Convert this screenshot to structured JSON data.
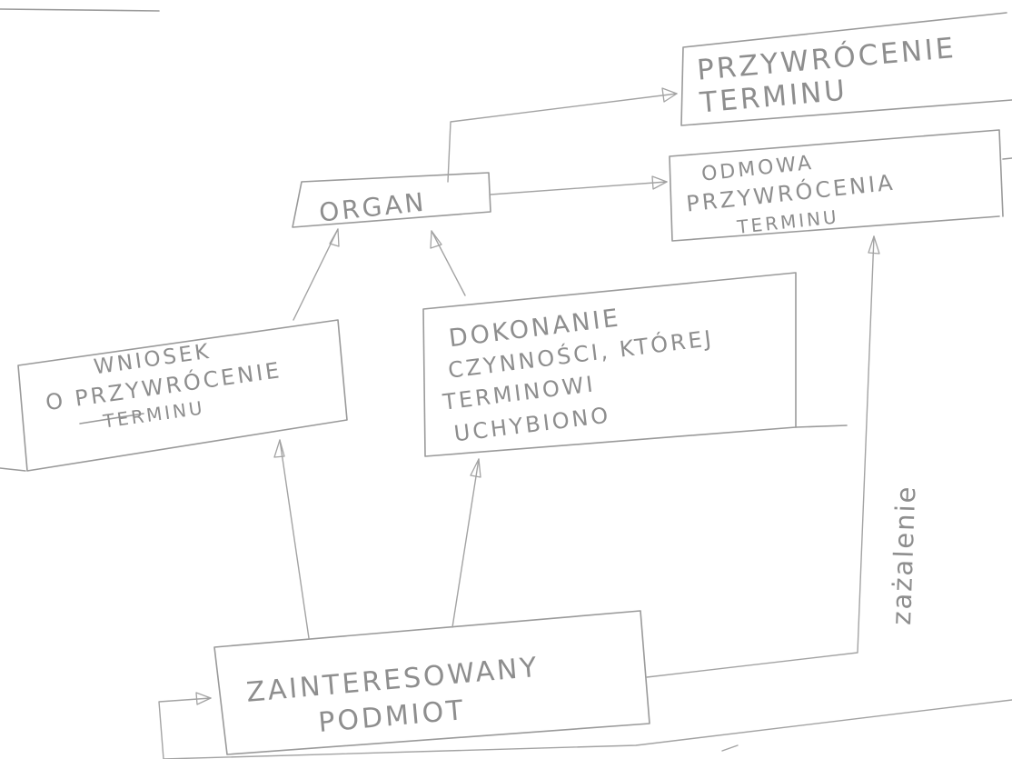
{
  "nodes": {
    "przywrocenie": {
      "lines": [
        "PRZYWRÓCENIE",
        "TERMINU"
      ]
    },
    "odmowa": {
      "lines": [
        "ODMOWA",
        "PRZYWRÓCENIA",
        "TERMINU"
      ]
    },
    "organ": {
      "lines": [
        "ORGAN"
      ]
    },
    "wniosek": {
      "lines": [
        "WNIOSEK",
        "O PRZYWRÓCENIE",
        "TERMINU"
      ]
    },
    "dokonanie": {
      "lines": [
        "DOKONANIE",
        "CZYNNOŚCI, KTÓREJ",
        "TERMINOWI",
        "UCHYBIONO"
      ]
    },
    "podmiot": {
      "lines": [
        "ZAINTERESOWANY",
        "PODMIOT"
      ]
    }
  },
  "edge_labels": {
    "zazalenie": "zażalenie"
  }
}
